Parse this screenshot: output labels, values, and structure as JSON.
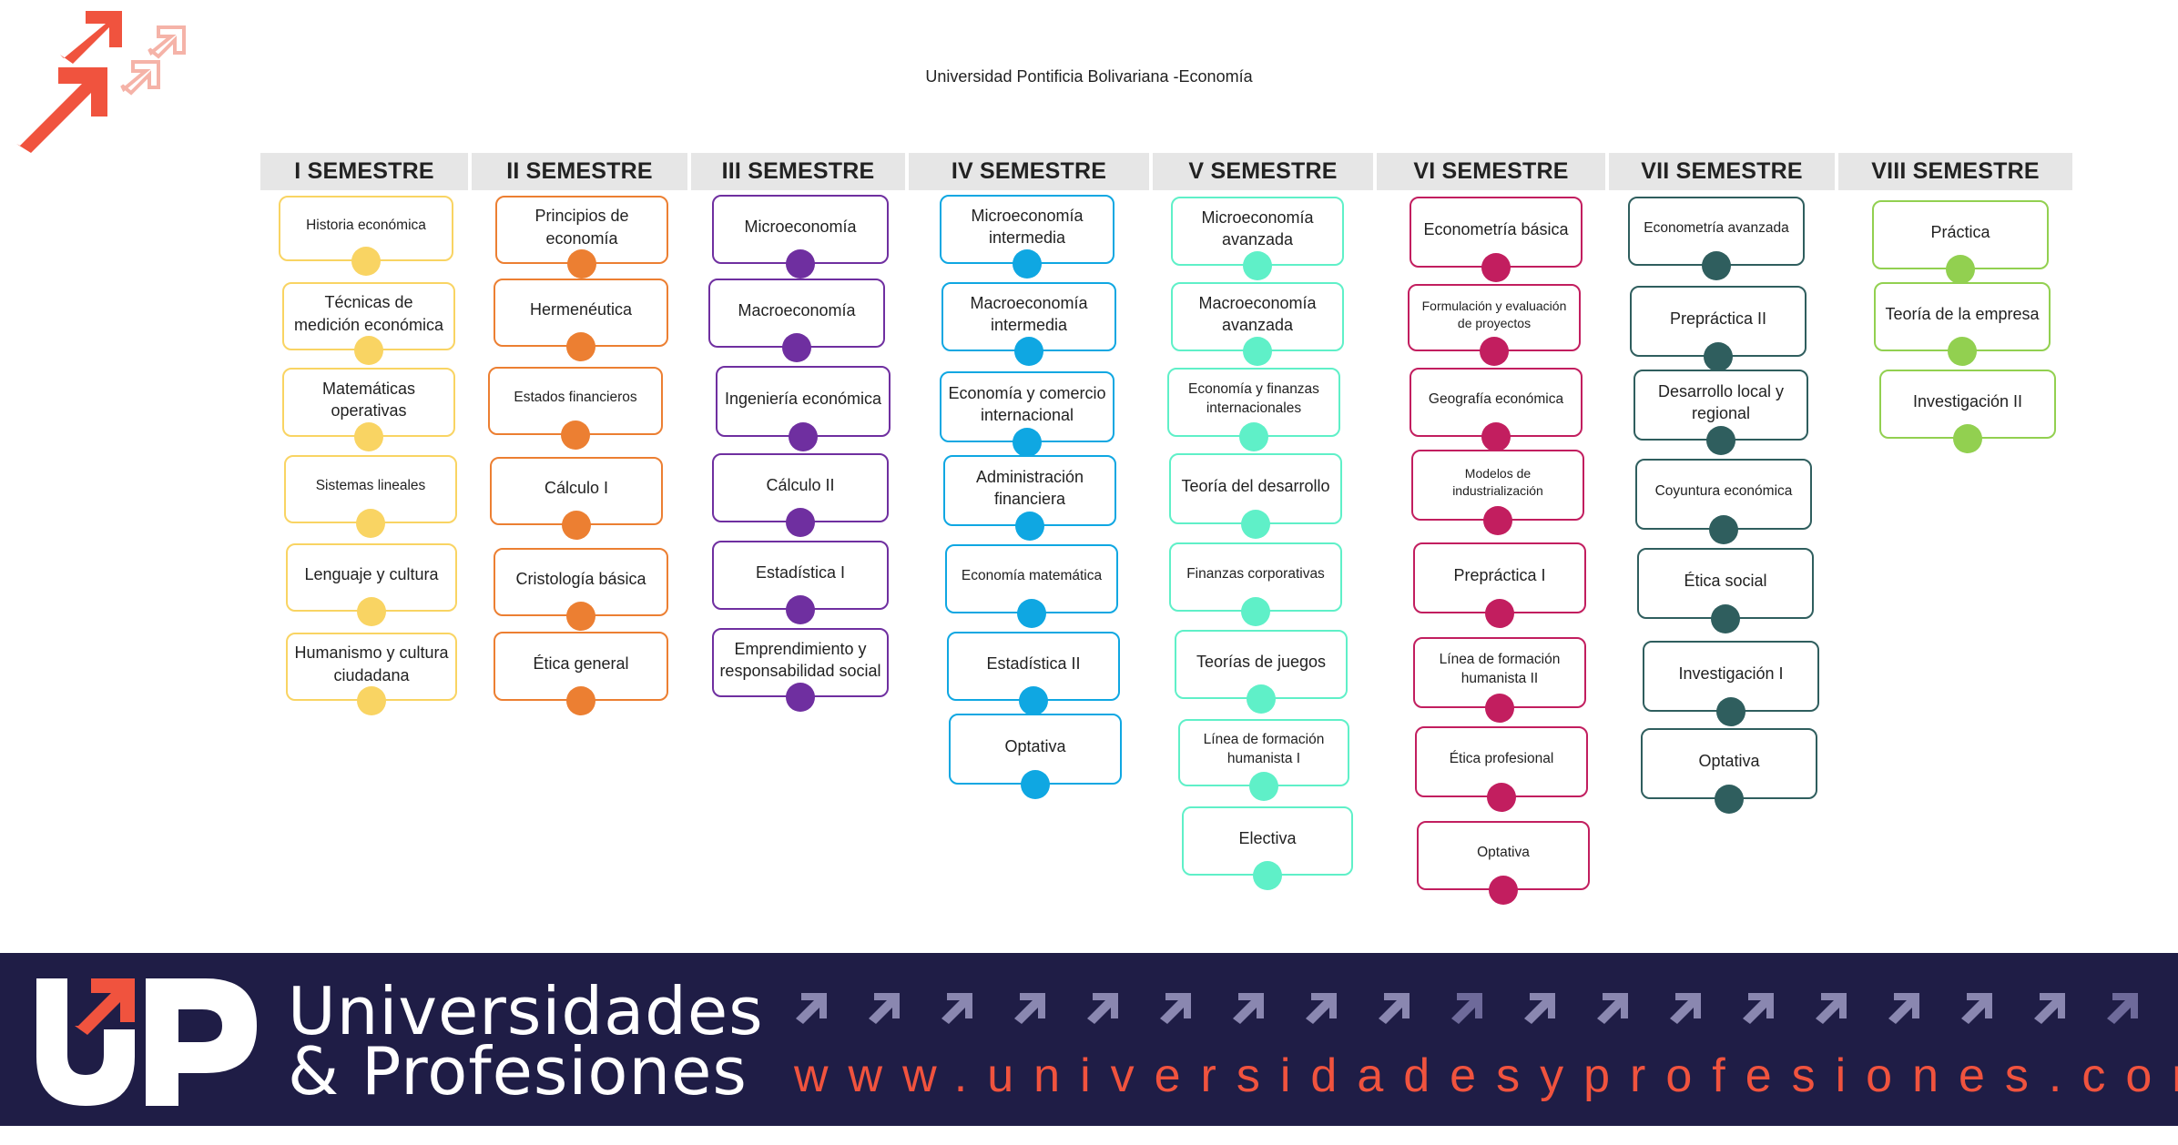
{
  "page": {
    "title": "Universidad Pontificia Bolivariana -Economía"
  },
  "colors": {
    "yellow": "#f9d463",
    "orange": "#ec7f32",
    "purple": "#6f2fa0",
    "blue": "#0fa7e2",
    "mint": "#5ff0c8",
    "magenta": "#c21e5f",
    "teal": "#2f5e5e",
    "green": "#92d050",
    "footer_bg": "#1f1d46",
    "accent": "#f0533e"
  },
  "semesters": [
    {
      "name": "I SEMESTRE",
      "courses": [
        "Historia económica",
        "Técnicas de medición económica",
        "Matemáticas operativas",
        "Sistemas lineales",
        "Lenguaje y cultura",
        "Humanismo y cultura ciudadana"
      ]
    },
    {
      "name": "II SEMESTRE",
      "courses": [
        "Principios de economía",
        "Hermenéutica",
        "Estados financieros",
        "Cálculo I",
        "Cristología básica",
        "Ética general"
      ]
    },
    {
      "name": "III SEMESTRE",
      "courses": [
        "Microeconomía",
        "Macroeconomía",
        "Ingeniería económica",
        "Cálculo II",
        "Estadística I",
        "Emprendimiento y responsabilidad social"
      ]
    },
    {
      "name": "IV SEMESTRE",
      "courses": [
        "Microeconomía intermedia",
        "Macroeconomía intermedia",
        "Economía y comercio internacional",
        "Administración financiera",
        "Economía matemática",
        "Estadística II",
        "Optativa"
      ]
    },
    {
      "name": "V SEMESTRE",
      "courses": [
        "Microeconomía avanzada",
        "Macroeconomía avanzada",
        "Economía y finanzas internacionales",
        "Teoría del desarrollo",
        "Finanzas corporativas",
        "Teorías de juegos",
        "Línea de formación humanista I",
        "Electiva"
      ]
    },
    {
      "name": "VI SEMESTRE",
      "courses": [
        "Econometría básica",
        "Formulación y evaluación de proyectos",
        "Geografía económica",
        "Modelos de industrialización",
        "Prepráctica I",
        "Línea de formación humanista II",
        "Ética profesional",
        "Optativa"
      ]
    },
    {
      "name": "VII SEMESTRE",
      "courses": [
        "Econometría avanzada",
        "Prepráctica II",
        "Desarrollo local y regional",
        "Coyuntura económica",
        "Ética social",
        "Investigación I",
        "Optativa"
      ]
    },
    {
      "name": "VIII SEMESTRE",
      "courses": [
        "Práctica",
        "Teoría de la empresa",
        "Investigación II"
      ]
    }
  ],
  "footer": {
    "brand_line1": "Universidades",
    "brand_line2": "& Profesiones",
    "url": "www.universidadesyprofesiones.com"
  }
}
